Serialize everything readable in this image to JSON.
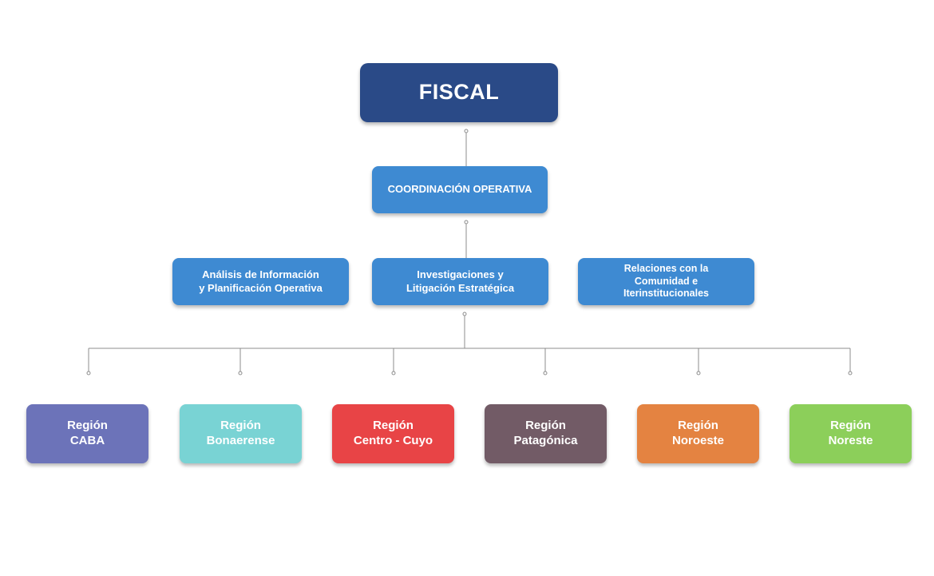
{
  "colors": {
    "root": "#2a4a87",
    "secondary": "#3e8ad2",
    "connector": "#8c8c8c"
  },
  "root": {
    "label": "FISCAL"
  },
  "coordination": {
    "label": "COORDINACIÓN OPERATIVA"
  },
  "areas": [
    {
      "label": "Análisis de Información\ny Planificación Operativa"
    },
    {
      "label": "Investigaciones y\nLitigación Estratégica"
    },
    {
      "label": "Relaciones con la\nComunidad e\nIterinstitucionales"
    }
  ],
  "regions": [
    {
      "label": "Región\nCABA",
      "color": "#6c73b9"
    },
    {
      "label": "Región\nBonaerense",
      "color": "#79d3d4"
    },
    {
      "label": "Región\nCentro - Cuyo",
      "color": "#e84446"
    },
    {
      "label": "Región\nPatagónica",
      "color": "#725b66"
    },
    {
      "label": "Región\nNoroeste",
      "color": "#e48341"
    },
    {
      "label": "Región\nNoreste",
      "color": "#8ccf5a"
    }
  ]
}
